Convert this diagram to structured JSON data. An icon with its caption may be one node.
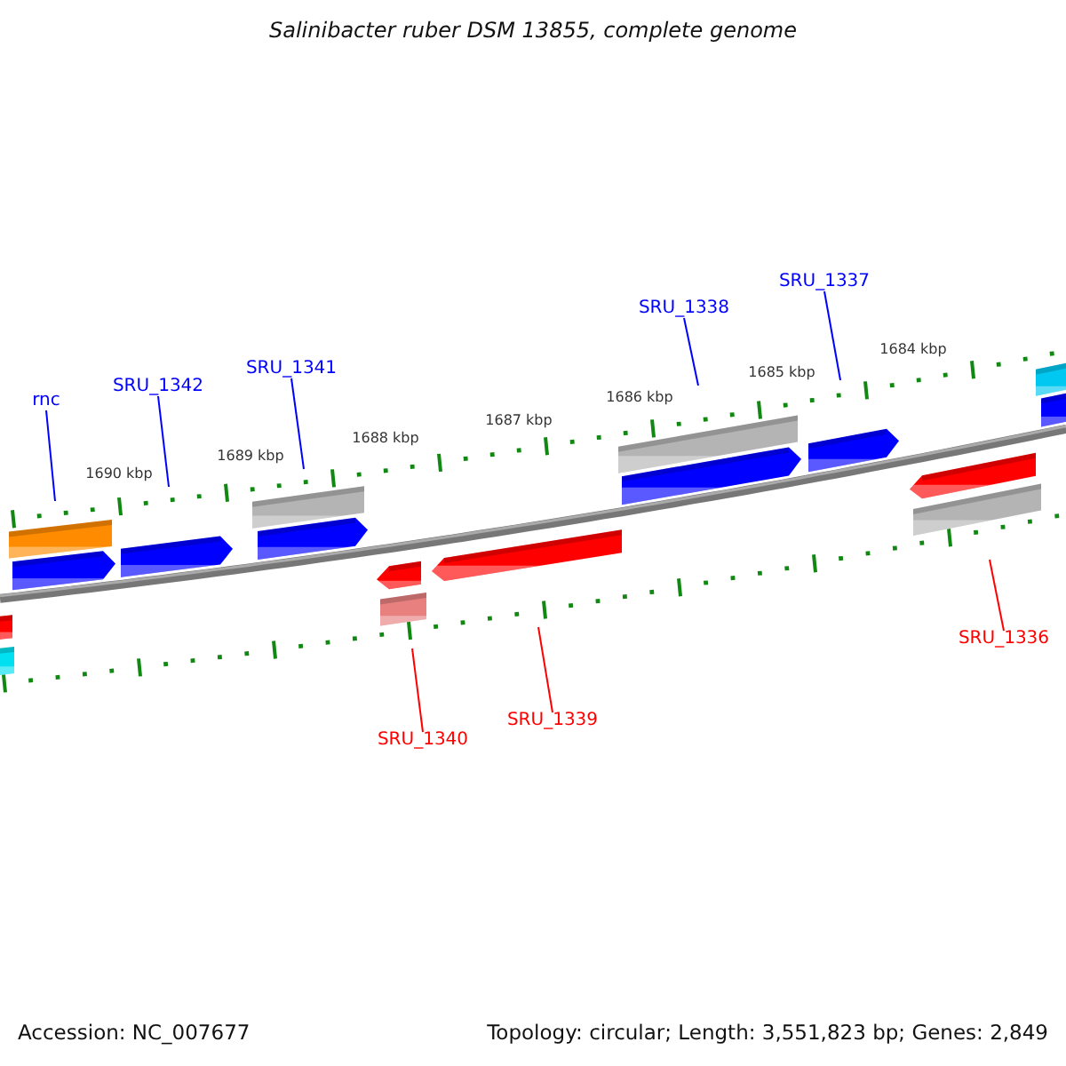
{
  "diagram": {
    "title": "Salinibacter ruber DSM 13855, complete genome",
    "nodes": [
      {
        "text": [
          "SRU_1337"
        ]
      },
      {
        "text": [
          "SRU_1338"
        ]
      },
      {
        "text": [
          "SRU_1341"
        ]
      },
      {
        "text": [
          "SRU_1342"
        ]
      },
      {
        "text": [
          "rnc"
        ]
      },
      {
        "text": [
          "SRU_1336"
        ]
      },
      {
        "text": [
          "SRU_1339"
        ]
      },
      {
        "text": [
          "SRU_1340"
        ]
      }
    ],
    "edges": [
      {
        "from": 0,
        "to": null,
        "arrow": "none"
      },
      {
        "from": 1,
        "to": null,
        "arrow": "none"
      },
      {
        "from": 2,
        "to": null,
        "arrow": "none"
      },
      {
        "from": 3,
        "to": null,
        "arrow": "none"
      },
      {
        "from": 4,
        "to": null,
        "arrow": "none"
      },
      {
        "from": 5,
        "to": null,
        "arrow": "none",
        "color": "#ff0000"
      },
      {
        "from": 6,
        "to": null,
        "arrow": "none",
        "color": "#ff0000"
      },
      {
        "from": 7,
        "to": null,
        "arrow": "none",
        "color": "#ff0000"
      }
    ],
    "labels": [
      "1684 kbp",
      "1685 kbp",
      "1686 kbp",
      "1687 kbp",
      "1688 kbp",
      "1689 kbp",
      "1690 kbp",
      "Accession: NC_007677",
      "Topology: circular; Length: 3,551,823 bp; Genes: 2,849"
    ]
  }
}
